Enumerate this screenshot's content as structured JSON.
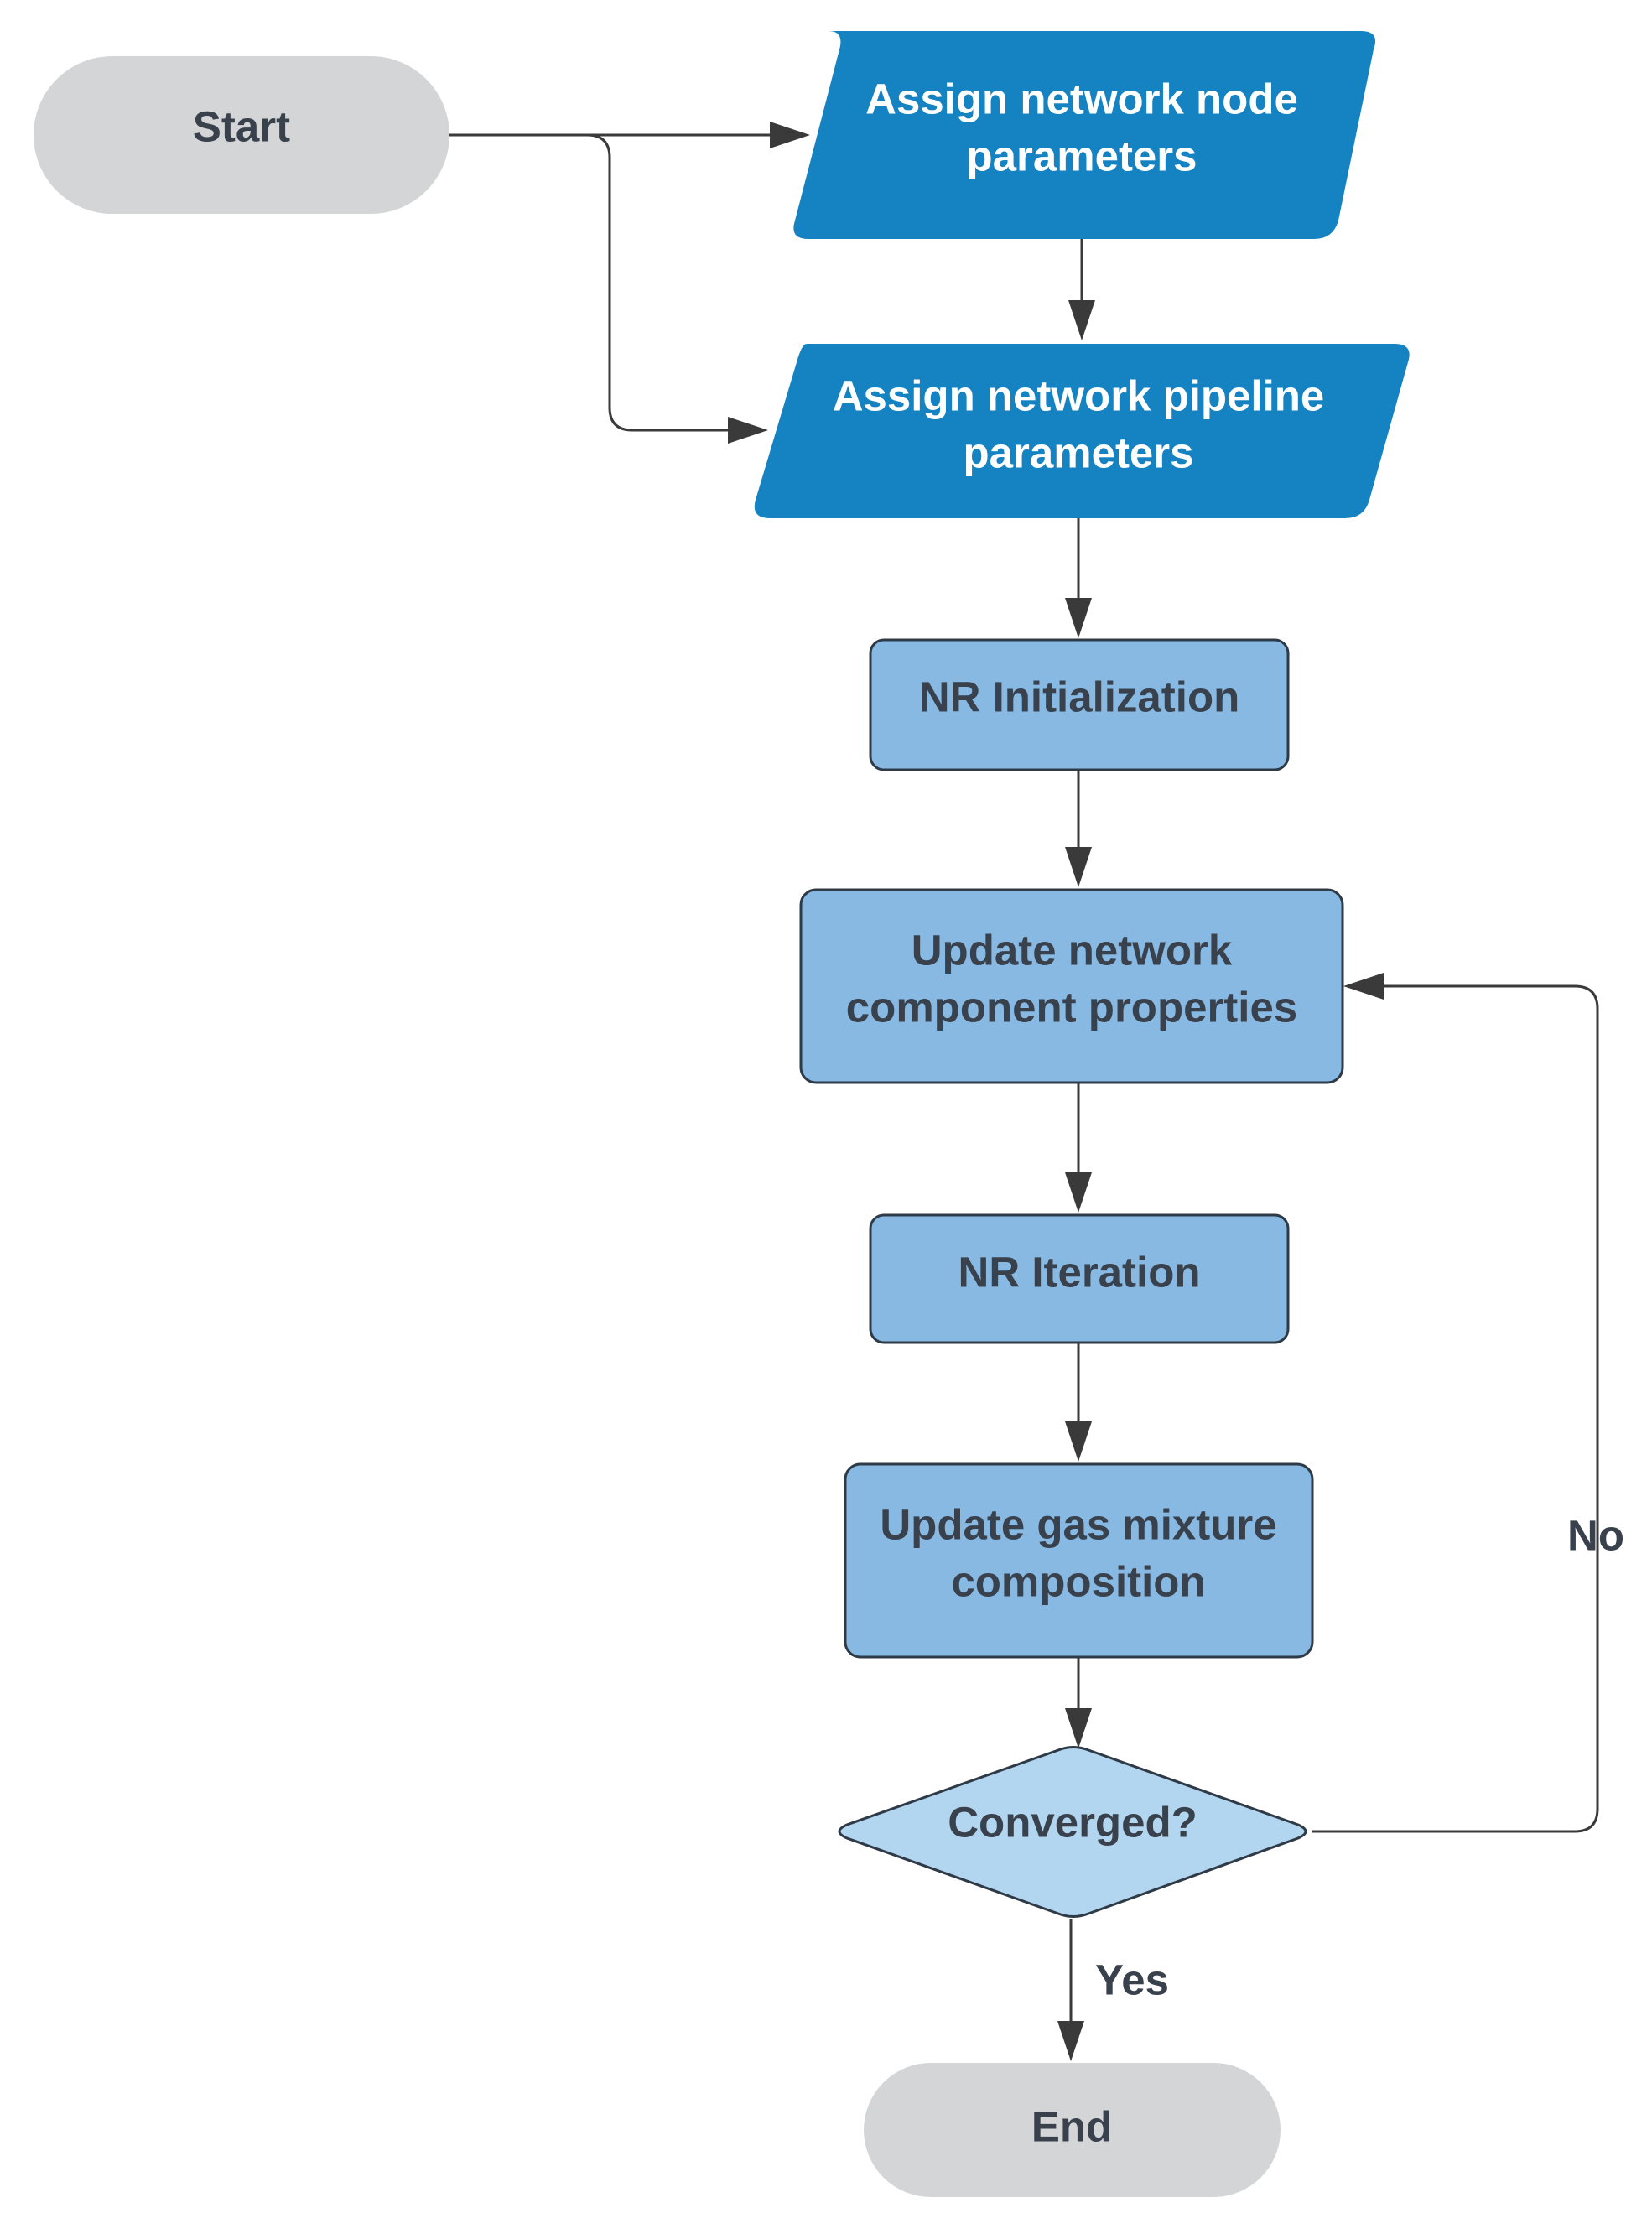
{
  "colors": {
    "terminal_fill": "#d4d5d7",
    "io_fill": "#1582c1",
    "process_fill": "#87b9e3",
    "decision_fill": "#b3d6f0",
    "border": "#2f3a47",
    "edge": "#3a3a3a",
    "dark_text": "#39414d",
    "light_text": "#ffffff"
  },
  "nodes": {
    "start": {
      "line1": "Start"
    },
    "assign_node": {
      "line1": "Assign network node",
      "line2": "parameters"
    },
    "assign_pipeline": {
      "line1": "Assign network pipeline",
      "line2": "parameters"
    },
    "nr_init": {
      "line1": "NR Initialization"
    },
    "update_props": {
      "line1": "Update network",
      "line2": "component properties"
    },
    "nr_iter": {
      "line1": "NR Iteration"
    },
    "update_gas": {
      "line1": "Update gas mixture",
      "line2": "composition"
    },
    "converged": {
      "line1": "Converged?"
    },
    "end": {
      "line1": "End"
    }
  },
  "edge_labels": {
    "no": "No",
    "yes": "Yes"
  }
}
